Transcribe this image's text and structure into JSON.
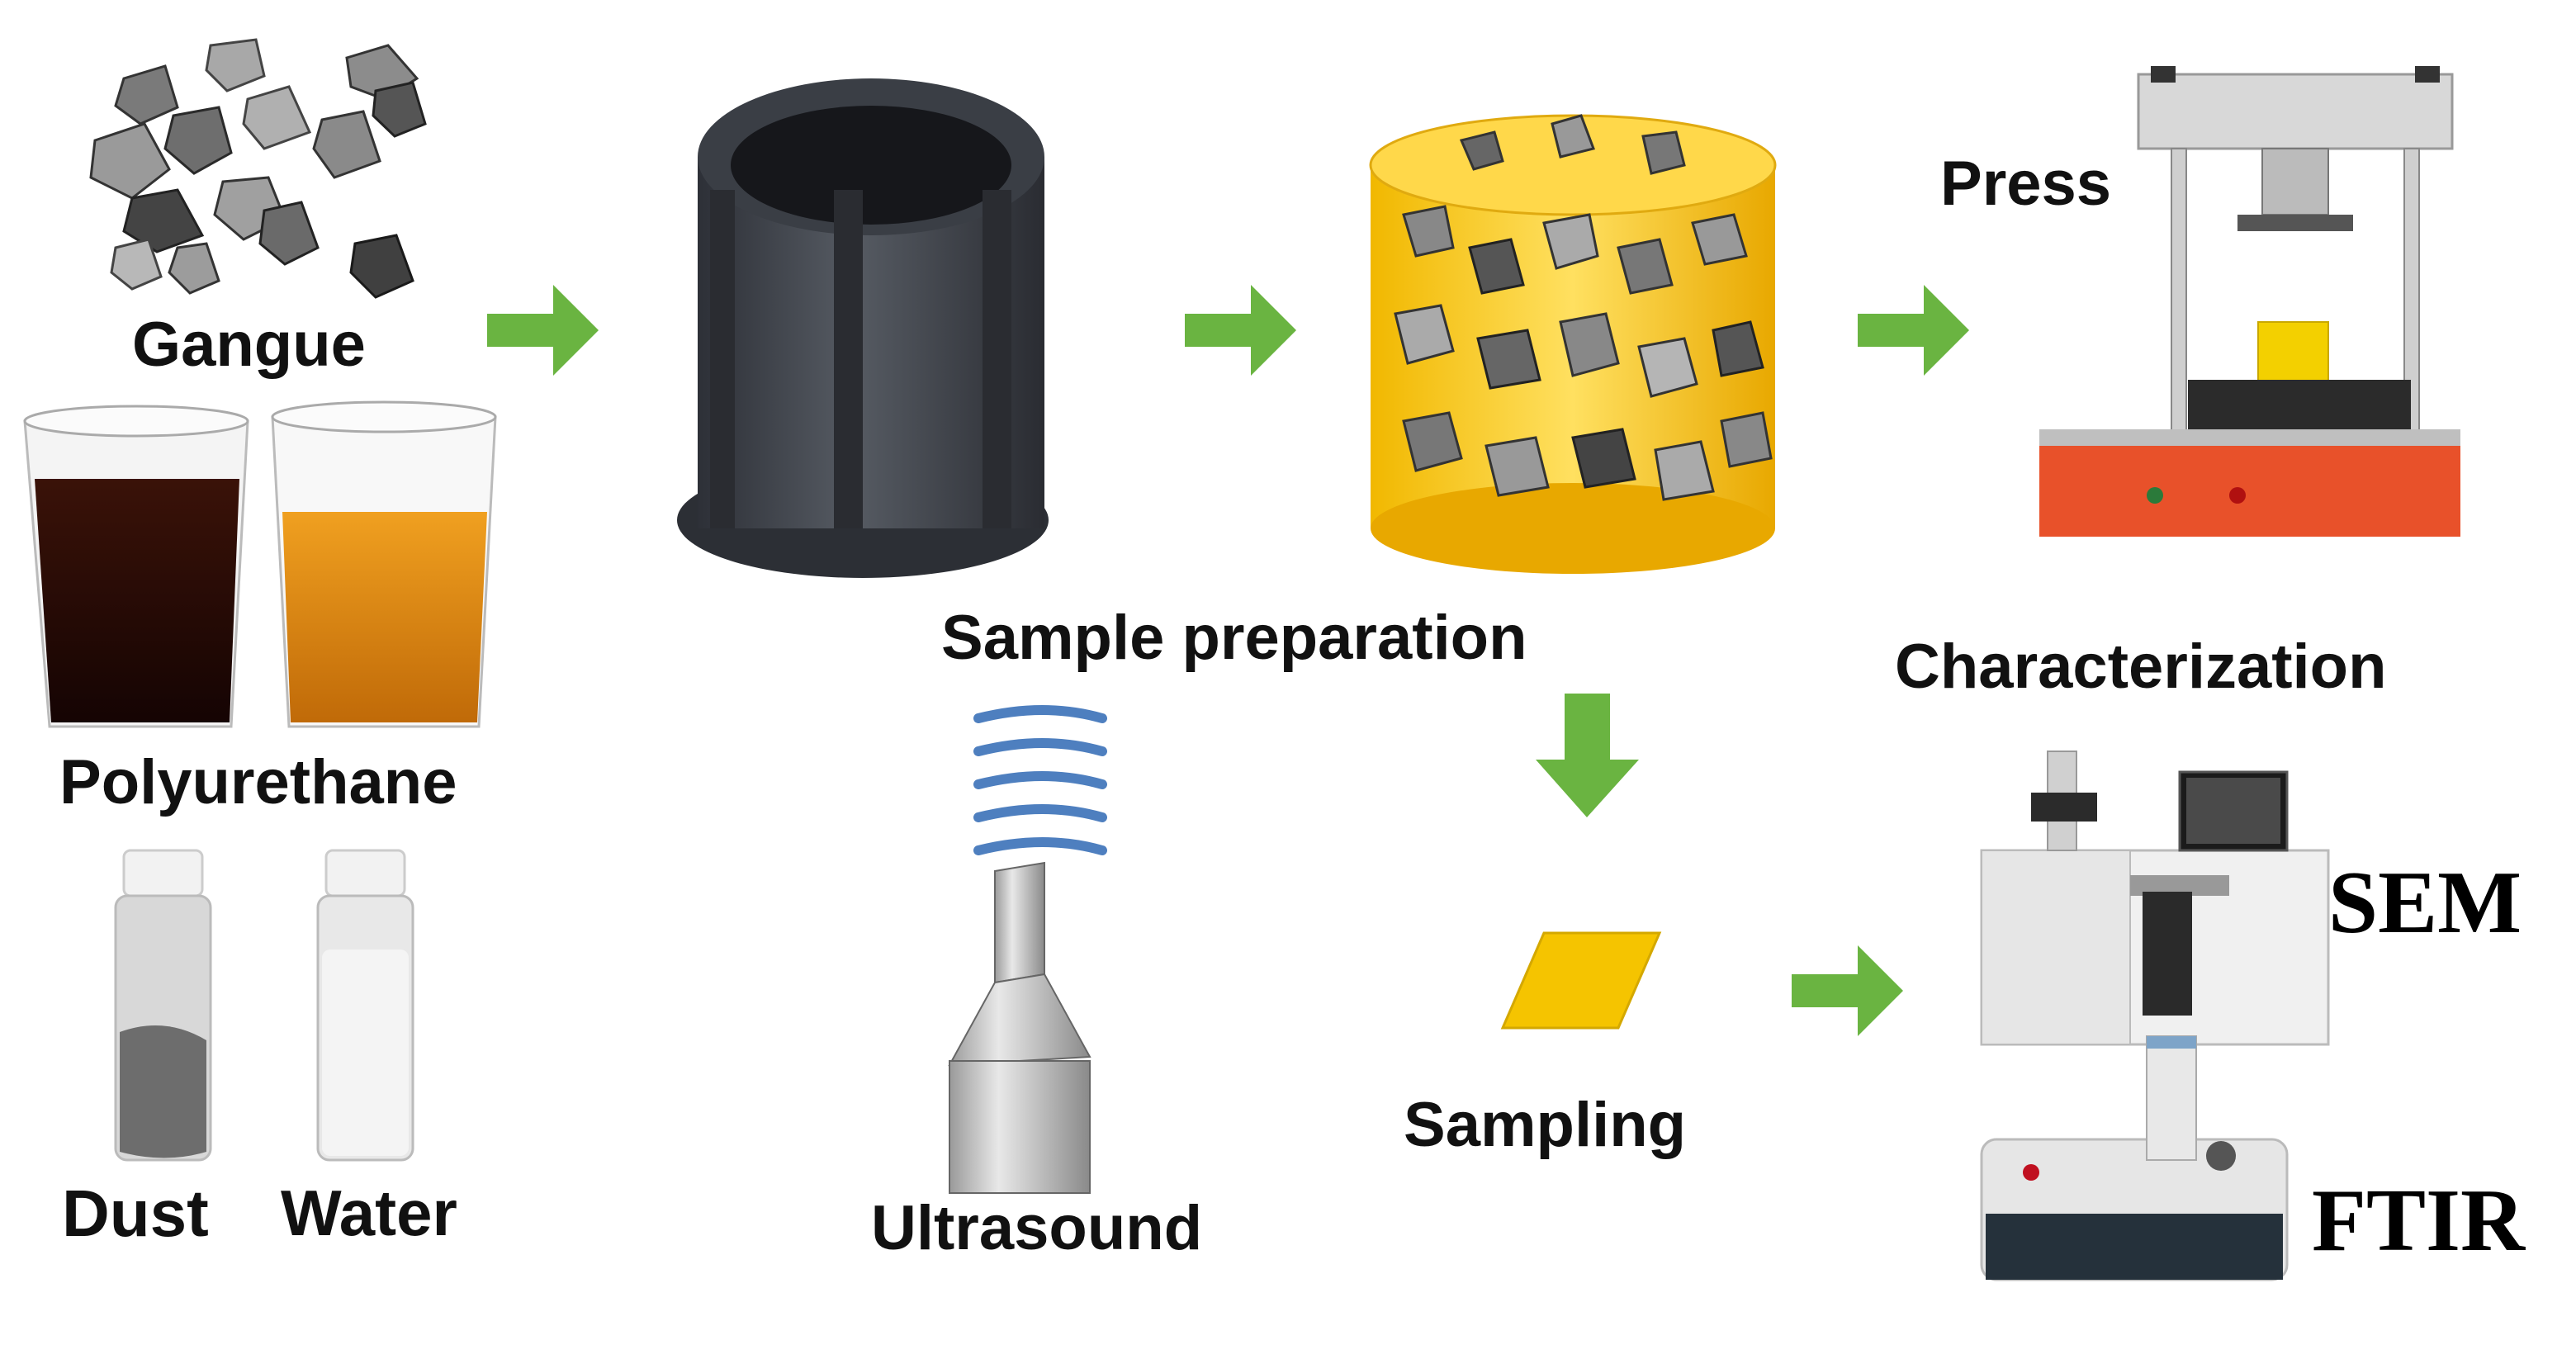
{
  "labels": {
    "gangue": "Gangue",
    "polyurethane": "Polyurethane",
    "dust": "Dust",
    "water": "Water",
    "sample_preparation": "Sample preparation",
    "ultrasound": "Ultrasound",
    "press": "Press",
    "characterization": "Characterization",
    "sampling": "Sampling",
    "sem": "SEM",
    "ftir": "FTIR"
  },
  "colors": {
    "arrow": "#6ab441",
    "sample_fill": "#f5c400",
    "mold": "#3d4148",
    "press_base": "#e8512a",
    "coil": "#4e7fbf",
    "polyurethane_dark": "#2a0c06",
    "polyurethane_amber": "#e08a10"
  }
}
